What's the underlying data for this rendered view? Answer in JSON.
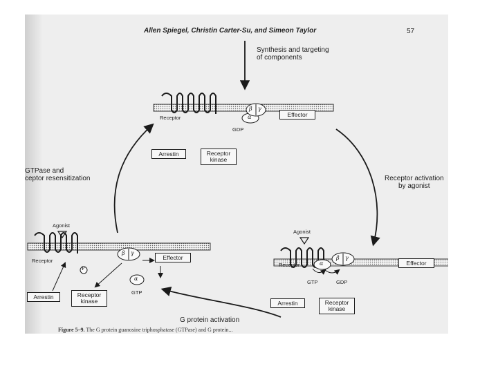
{
  "header": {
    "authors": "Allen Spiegel, Christin Carter-Su, and Simeon Taylor",
    "page_number": "57"
  },
  "steps": {
    "synthesis": "Synthesis and targeting\nof components",
    "activation": "Receptor activation\nby agonist",
    "g_activation": "G protein activation",
    "resensitization": "GTPase and\nceptor resensitization"
  },
  "top_panel": {
    "receptor": "Receptor",
    "effector": "Effector",
    "gdp": "GDP",
    "arrestin": "Arrestin",
    "receptor_kinase": "Receptor\nkinase",
    "alpha": "α",
    "beta": "β",
    "gamma": "γ"
  },
  "right_panel": {
    "agonist": "Agonist",
    "receptor": "Receptor",
    "effector": "Effector",
    "gtp": "GTP",
    "gdp": "GDP",
    "arrestin": "Arrestin",
    "receptor_kinase": "Receptor\nkinase",
    "alpha": "α",
    "beta": "β",
    "gamma": "γ"
  },
  "left_panel": {
    "agonist": "Agonist",
    "receptor": "Receptor",
    "effector": "Effector",
    "gtp": "GTP",
    "phospho": "P",
    "arrestin": "Arrestin",
    "receptor_kinase": "Receptor\nkinase",
    "alpha": "α",
    "beta": "β",
    "gamma": "γ"
  },
  "caption": {
    "fig": "Figure 5–9.",
    "text": "The G protein guanosine triphosphatase (GTPase) and G protein..."
  }
}
